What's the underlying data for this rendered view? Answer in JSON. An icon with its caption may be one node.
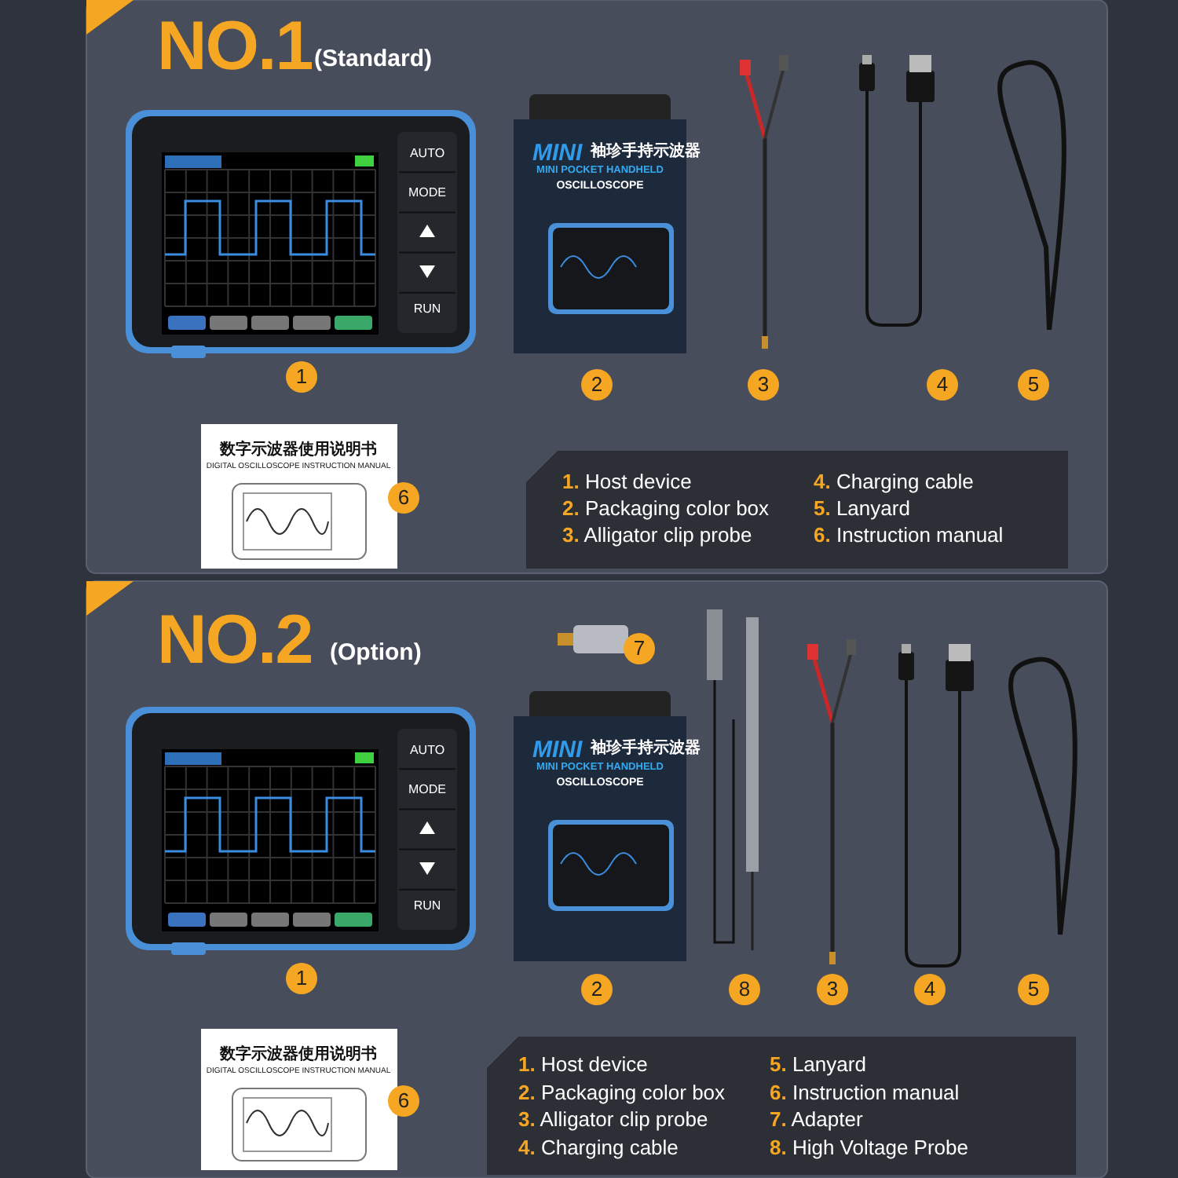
{
  "diagram": {
    "labels": [
      "NO.1",
      "(Standard)",
      "AUTO",
      "MODE",
      "RUN",
      "MINI",
      "袖珍手持示波器",
      "MINI POCKET HANDHELD",
      "OSCILLOSCOPE",
      "1",
      "2",
      "3",
      "4",
      "5",
      "数字示波器使用说明书",
      "DIGITAL OSCILLOSCOPE INSTRUCTION MANUAL",
      "6",
      "1. Host device",
      "2. Packaging color box",
      "3. Alligator clip probe",
      "4. Charging cable",
      "5. Lanyard",
      "6. Instruction manual",
      "NO.2",
      "(Option)",
      "7",
      "AUTO",
      "MODE",
      "RUN",
      "MINI",
      "袖珍手持示波器",
      "MINI POCKET HANDHELD",
      "OSCILLOSCOPE",
      "1",
      "2",
      "8",
      "3",
      "4",
      "5",
      "数字示波器使用说明书",
      "DIGITAL OSCILLOSCOPE INSTRUCTION MANUAL",
      "6",
      "1. Host device",
      "2. Packaging color box",
      "3. Alligator clip probe",
      "4. Charging cable",
      "5. Lanyard",
      "6. Instruction manual",
      "7. Adapter",
      "8. High Voltage Probe"
    ]
  }
}
